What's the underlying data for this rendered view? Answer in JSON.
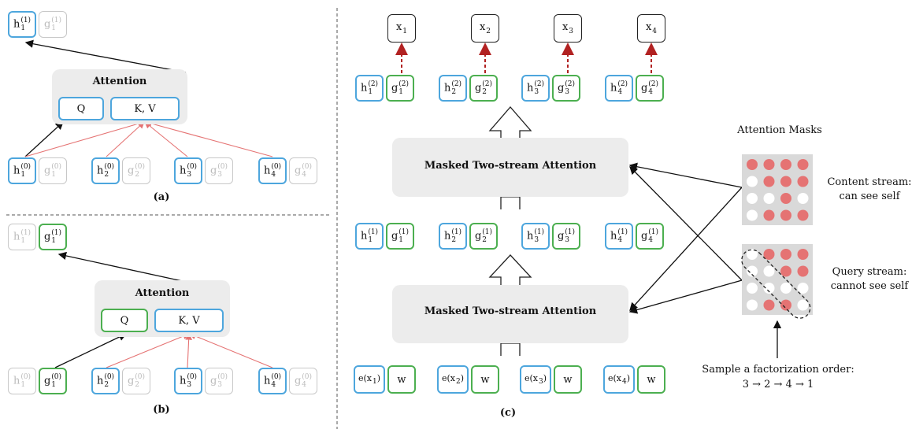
{
  "panel_a": {
    "caption": "(a)",
    "attention_title": "Attention",
    "q_label": "Q",
    "kv_label": "K, V",
    "output": [
      {
        "base": "h",
        "sub": "1",
        "sup": "(1)"
      },
      {
        "base": "g",
        "sub": "1",
        "sup": "(1)"
      }
    ],
    "inputs": [
      {
        "base": "h",
        "sub": "1",
        "sup": "(0)"
      },
      {
        "base": "g",
        "sub": "1",
        "sup": "(0)"
      },
      {
        "base": "h",
        "sub": "2",
        "sup": "(0)"
      },
      {
        "base": "g",
        "sub": "2",
        "sup": "(0)"
      },
      {
        "base": "h",
        "sub": "3",
        "sup": "(0)"
      },
      {
        "base": "g",
        "sub": "3",
        "sup": "(0)"
      },
      {
        "base": "h",
        "sub": "4",
        "sup": "(0)"
      },
      {
        "base": "g",
        "sub": "4",
        "sup": "(0)"
      }
    ]
  },
  "panel_b": {
    "caption": "(b)",
    "attention_title": "Attention",
    "q_label": "Q",
    "kv_label": "K, V",
    "output": [
      {
        "base": "h",
        "sub": "1",
        "sup": "(1)"
      },
      {
        "base": "g",
        "sub": "1",
        "sup": "(1)"
      }
    ],
    "inputs": [
      {
        "base": "h",
        "sub": "1",
        "sup": "(0)"
      },
      {
        "base": "g",
        "sub": "1",
        "sup": "(0)"
      },
      {
        "base": "h",
        "sub": "2",
        "sup": "(0)"
      },
      {
        "base": "g",
        "sub": "2",
        "sup": "(0)"
      },
      {
        "base": "h",
        "sub": "3",
        "sup": "(0)"
      },
      {
        "base": "g",
        "sub": "3",
        "sup": "(0)"
      },
      {
        "base": "h",
        "sub": "4",
        "sup": "(0)"
      },
      {
        "base": "g",
        "sub": "4",
        "sup": "(0)"
      }
    ]
  },
  "panel_c": {
    "caption": "(c)",
    "outputs": [
      {
        "base": "x",
        "sub": "1"
      },
      {
        "base": "x",
        "sub": "2"
      },
      {
        "base": "x",
        "sub": "3"
      },
      {
        "base": "x",
        "sub": "4"
      }
    ],
    "layer2": [
      {
        "base": "h",
        "sub": "1",
        "sup": "(2)"
      },
      {
        "base": "g",
        "sub": "1",
        "sup": "(2)"
      },
      {
        "base": "h",
        "sub": "2",
        "sup": "(2)"
      },
      {
        "base": "g",
        "sub": "2",
        "sup": "(2)"
      },
      {
        "base": "h",
        "sub": "3",
        "sup": "(2)"
      },
      {
        "base": "g",
        "sub": "3",
        "sup": "(2)"
      },
      {
        "base": "h",
        "sub": "4",
        "sup": "(2)"
      },
      {
        "base": "g",
        "sub": "4",
        "sup": "(2)"
      }
    ],
    "layer1": [
      {
        "base": "h",
        "sub": "1",
        "sup": "(1)"
      },
      {
        "base": "g",
        "sub": "1",
        "sup": "(1)"
      },
      {
        "base": "h",
        "sub": "2",
        "sup": "(1)"
      },
      {
        "base": "g",
        "sub": "2",
        "sup": "(1)"
      },
      {
        "base": "h",
        "sub": "3",
        "sup": "(1)"
      },
      {
        "base": "g",
        "sub": "3",
        "sup": "(1)"
      },
      {
        "base": "h",
        "sub": "4",
        "sup": "(1)"
      },
      {
        "base": "g",
        "sub": "4",
        "sup": "(1)"
      }
    ],
    "embeddings": [
      {
        "base": "e(x",
        "sub": "1",
        "tail": ")"
      },
      {
        "base": "w"
      },
      {
        "base": "e(x",
        "sub": "2",
        "tail": ")"
      },
      {
        "base": "w"
      },
      {
        "base": "e(x",
        "sub": "3",
        "tail": ")"
      },
      {
        "base": "w"
      },
      {
        "base": "e(x",
        "sub": "4",
        "tail": ")"
      },
      {
        "base": "w"
      }
    ],
    "block_top": "Masked Two-stream Attention",
    "block_bottom": "Masked Two-stream Attention",
    "masks_title": "Attention Masks",
    "content_stream_line1": "Content stream:",
    "content_stream_line2": "can see self",
    "query_stream_line1": "Query stream:",
    "query_stream_line2": "cannot see self",
    "sample_line1": "Sample a factorization order:",
    "sample_line2": "3 → 2 → 4 → 1",
    "content_mask": [
      [
        1,
        1,
        1,
        1
      ],
      [
        0,
        1,
        1,
        1
      ],
      [
        0,
        0,
        1,
        0
      ],
      [
        0,
        1,
        1,
        1
      ]
    ],
    "query_mask": [
      [
        0,
        1,
        1,
        1
      ],
      [
        0,
        0,
        1,
        1
      ],
      [
        0,
        0,
        0,
        0
      ],
      [
        0,
        1,
        1,
        0
      ]
    ],
    "colors": {
      "blue": "#4da6dd",
      "green": "#4caf50",
      "red": "#e57373",
      "grey": "#d9d9d9"
    }
  }
}
